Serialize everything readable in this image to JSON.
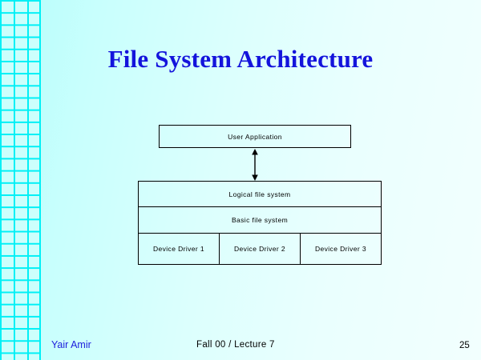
{
  "slide": {
    "title": "File System Architecture",
    "page_number": "25",
    "background_color": "#d9fffd",
    "accent_color": "#1414dc",
    "grid_line_color": "#00f0f6"
  },
  "diagram": {
    "user_application": {
      "label": "User Application"
    },
    "connector": {
      "icon": "double-headed-vertical-arrow"
    },
    "kernel_stack": {
      "rows": [
        {
          "label": "Logical file system"
        },
        {
          "label": "Basic file system"
        }
      ],
      "drivers": [
        {
          "label": "Device Driver 1"
        },
        {
          "label": "Device Driver 2"
        },
        {
          "label": "Device Driver 3"
        }
      ]
    }
  },
  "footer": {
    "author": "Yair Amir",
    "course": "Fall 00 / Lecture 7",
    "page": "25"
  }
}
